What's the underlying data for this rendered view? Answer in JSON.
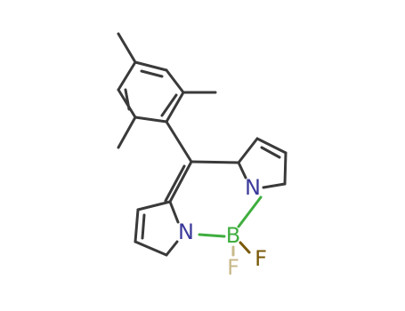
{
  "molecule": {
    "atoms": [
      {
        "label": "N",
        "color": "#3b3b9b"
      },
      {
        "label": "N",
        "color": "#3b3b9b"
      },
      {
        "label": "B",
        "color": "#3fae3f"
      },
      {
        "label": "F",
        "color": "#7a5a08"
      },
      {
        "label": "F",
        "color": "#c8b98a"
      }
    ]
  },
  "colors": {
    "bond": "#3a3a3a",
    "nitrogen": "#3b3b9b",
    "boron": "#3fae3f",
    "fluorine_right": "#7a5a08",
    "fluorine_down": "#c8b98a"
  }
}
